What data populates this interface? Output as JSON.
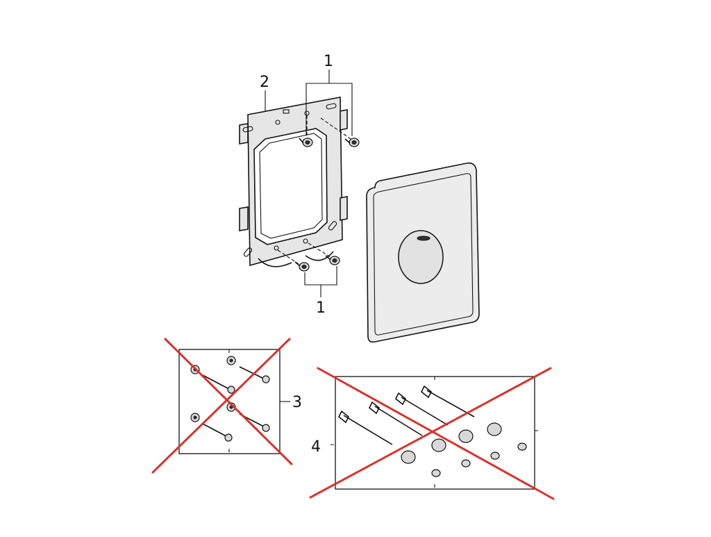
{
  "diagram": {
    "callouts": {
      "screws_top": "1",
      "frame": "2",
      "screws_bottom": "1",
      "wall_screw_kit": "3",
      "anchor_kit": "4"
    },
    "colors": {
      "line": "#111111",
      "part_fill": "#e6e6e6",
      "strike_out": "#d9322b"
    },
    "icons": {
      "excluded_marker": "red-x-cross"
    }
  }
}
